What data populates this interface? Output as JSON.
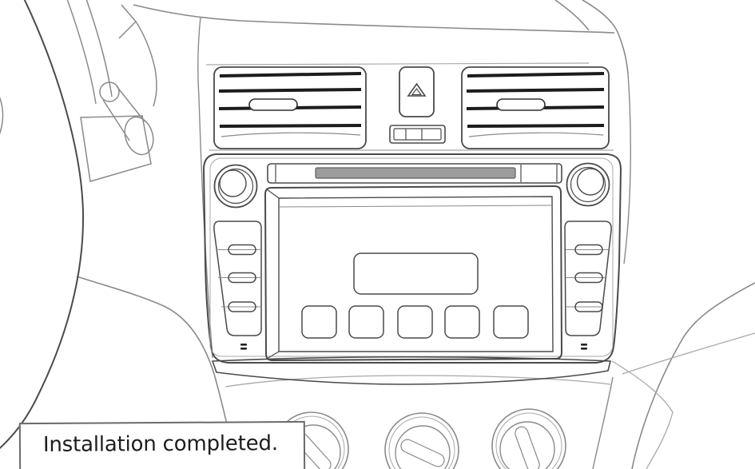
{
  "caption": {
    "text": "Installation completed."
  },
  "colors": {
    "bg": "#ffffff",
    "line-dark": "#4a4a4a",
    "line-mid": "#8a8a8a",
    "line-light": "#a9a9a9",
    "panel-grey": "#d7d7d7",
    "bezel-grey": "#e0e0e0",
    "screen-grey": "#ececec",
    "button-face": "#efefef",
    "slot-grey": "#9c9c9c",
    "slat-dark": "#1c1c1c",
    "caption-border": "#6a6a6a",
    "caption-text-color": "#1d1d1d"
  },
  "icons": {
    "hazard": "hazard-triangle-icon",
    "cd_slot": "cd-slot",
    "grille_marks": "grille-mark"
  }
}
